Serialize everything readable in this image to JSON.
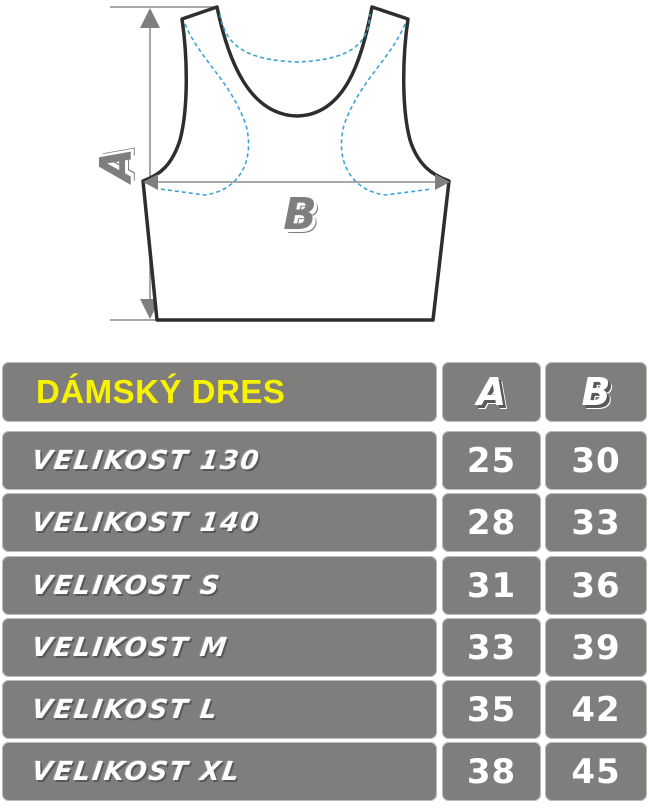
{
  "diagram": {
    "dimension_a_label": "A",
    "dimension_b_label": "B",
    "garment": "women's sports crop top",
    "outline_color": "#2e2e2e",
    "seam_color": "#3aa3d4",
    "arrow_color": "#7f7f7f"
  },
  "table": {
    "title": "DÁMSKÝ DRES",
    "columns": [
      "A",
      "B"
    ],
    "colors": {
      "cell_bg": "#807e7d",
      "title_color": "#f7f200",
      "text_color": "#ffffff"
    },
    "rows": [
      {
        "label": "VELIKOST 130",
        "a": "25",
        "b": "30"
      },
      {
        "label": "VELIKOST 140",
        "a": "28",
        "b": "33"
      },
      {
        "label": "VELIKOST S",
        "a": "31",
        "b": "36"
      },
      {
        "label": "VELIKOST M",
        "a": "33",
        "b": "39"
      },
      {
        "label": "VELIKOST L",
        "a": "35",
        "b": "42"
      },
      {
        "label": "VELIKOST XL",
        "a": "38",
        "b": "45"
      }
    ]
  }
}
